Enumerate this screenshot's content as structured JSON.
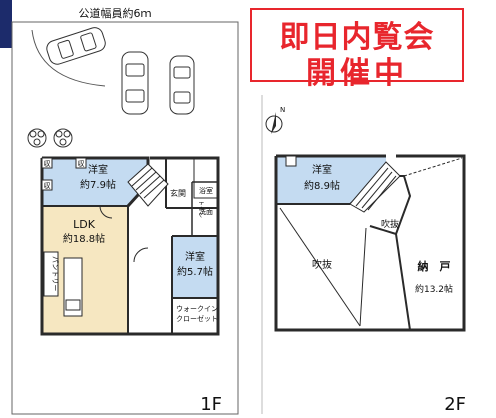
{
  "road_label": "公道幅員約6ｍ",
  "banner": {
    "line1": "即日内覧会",
    "line2": "開催中"
  },
  "north_symbol": "N",
  "floor1": {
    "label": "1F",
    "rooms": {
      "western_top_name": "洋室",
      "western_top_size": "約7.9帖",
      "ldk_name": "LDK",
      "ldk_size": "約18.8帖",
      "western_small_name": "洋室",
      "western_small_size": "約5.7帖",
      "entrance": "玄関",
      "bath": "浴室",
      "washroom": "洗面",
      "toilet": "トイレ",
      "storage": "収",
      "pantry": "パントリー",
      "walkin": "ウォークイン",
      "closet": "クローゼット"
    }
  },
  "floor2": {
    "label": "2F",
    "rooms": {
      "western_name": "洋室",
      "western_size": "約8.9帖",
      "void_left": "吹抜",
      "void_right": "吹抜",
      "storeroom_name": "納　戸",
      "storeroom_size": "約13.2帖"
    }
  },
  "colors": {
    "room_fill": "#c4dbf1",
    "ldk_fill": "#f6e7c1",
    "wall": "#2a2a2a",
    "banner_red": "#e8262d"
  }
}
